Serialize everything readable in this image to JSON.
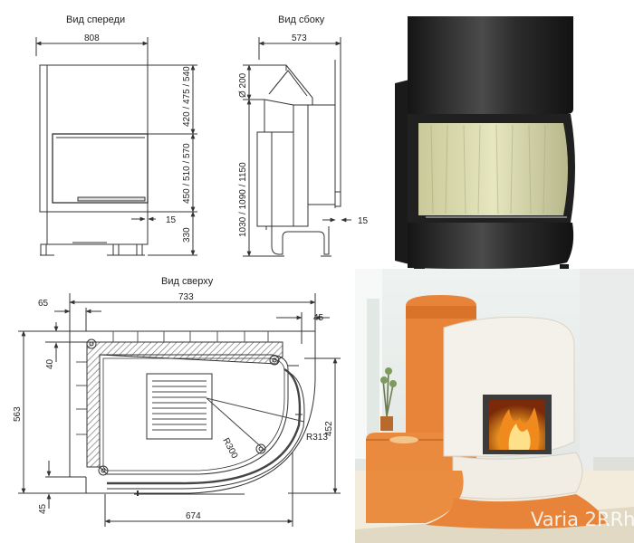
{
  "front_view": {
    "title": "Вид спереди",
    "width": "808",
    "height_upper": "420 / 475 / 540",
    "height_middle": "450 / 510 / 570",
    "offset": "15",
    "height_lower": "330"
  },
  "side_view": {
    "title": "Вид сбоку",
    "depth": "573",
    "flue_diameter": "Ø 200",
    "total_height": "1030 / 1090 / 1150",
    "offset": "15"
  },
  "top_view": {
    "title": "Вид сверху",
    "width_total": "733",
    "left_offset": "65",
    "right_offset": "45",
    "side_40": "40",
    "depth_total": "563",
    "bottom_offset": "45",
    "inner_width": "674",
    "depth_right": "452",
    "radius_inner": "R300",
    "radius_outer": "R313"
  },
  "photo": {
    "brand": "Varia 2RRh"
  },
  "colors": {
    "line": "#333333",
    "hatch": "#7a7a7a",
    "firebox_body": "#2a2a2a",
    "glass": "#d8d7a8",
    "stove_orange": "#e8843a",
    "stove_white": "#f4f1ea",
    "flame": "#f08a1c"
  }
}
